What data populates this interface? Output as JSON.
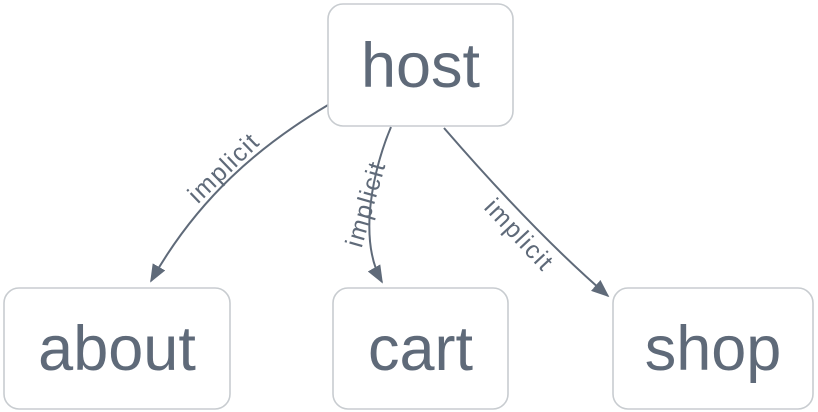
{
  "diagram": {
    "nodes": [
      {
        "id": "host",
        "label": "host"
      },
      {
        "id": "about",
        "label": "about"
      },
      {
        "id": "cart",
        "label": "cart"
      },
      {
        "id": "shop",
        "label": "shop"
      }
    ],
    "edges": [
      {
        "from": "host",
        "to": "about",
        "label": "implicit"
      },
      {
        "from": "host",
        "to": "cart",
        "label": "implicit"
      },
      {
        "from": "host",
        "to": "shop",
        "label": "implicit"
      }
    ],
    "colors": {
      "background": "#ffffff",
      "node_fill": "#ffffff",
      "node_border": "#c8ccd0",
      "node_text": "#5f6a79",
      "edge_stroke": "#5f6a79",
      "edge_label_text": "#5f6a79"
    }
  }
}
